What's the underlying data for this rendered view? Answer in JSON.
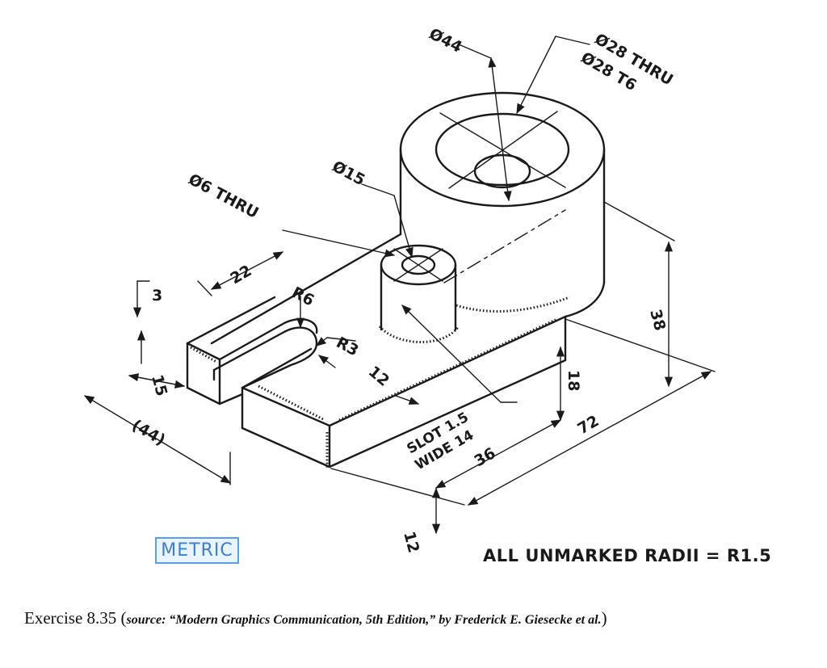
{
  "drawing": {
    "dimensions": {
      "d44": "Ø44",
      "d28_thru": "Ø28 THRU",
      "d28_t6": "Ø28 T6",
      "d15": "Ø15",
      "d6_thru": "Ø6 THRU",
      "d22": "22",
      "d3": "3",
      "r6": "R6",
      "r3": "R3",
      "d12_slot": "12",
      "d15_side": "15",
      "d44_ref": "(44)",
      "d38_height": "38",
      "d18": "18",
      "d36": "36",
      "d72": "72",
      "d12_base": "12",
      "slot_note_line1": "SLOT 1.5",
      "slot_note_line2": "WIDE 14"
    },
    "stamp": "METRIC",
    "note": "ALL UNMARKED RADII = R1.5"
  },
  "caption": {
    "prefix": "Exercise 8.35 (",
    "source": "source: “Modern Graphics Communication, 5th Edition,” by Frederick E. Giesecke et al.",
    "suffix": ")"
  }
}
